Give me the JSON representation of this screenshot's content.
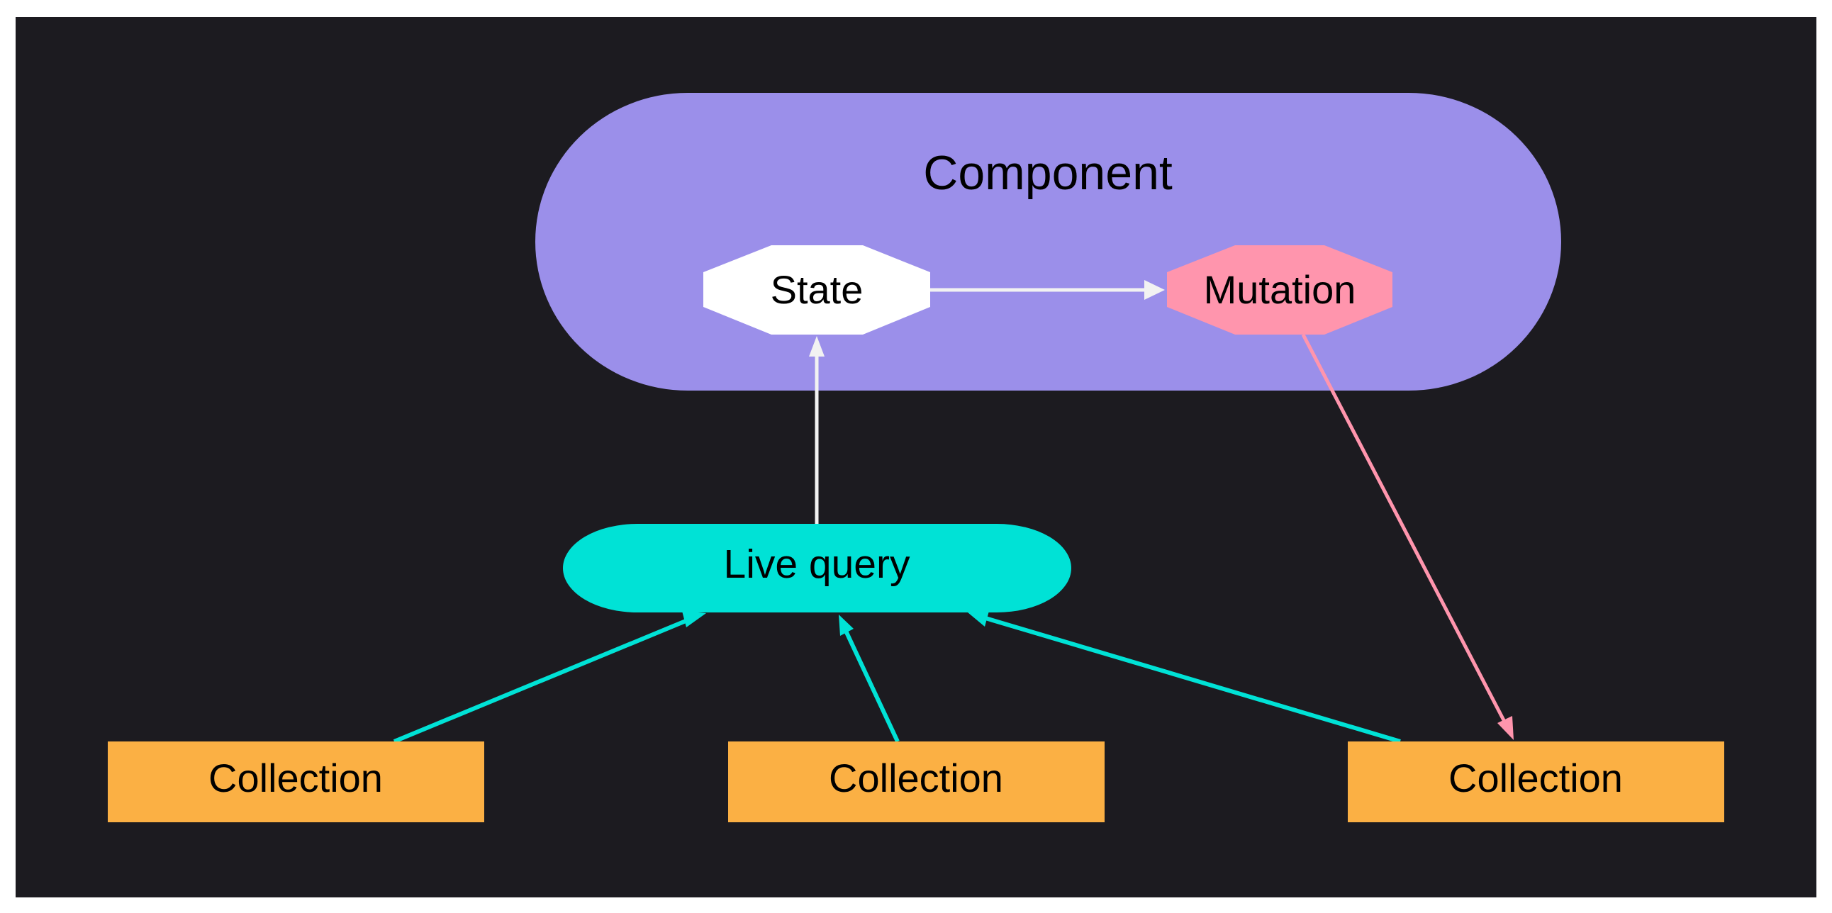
{
  "diagram": {
    "type": "flowchart",
    "colors": {
      "background": "#1c1b20",
      "component": "#9b8fea",
      "state": "#ffffff",
      "mutation": "#ff95ad",
      "live_query": "#00e2d6",
      "collection": "#fbb044",
      "edge_white": "#f2f2f2",
      "edge_pink": "#ff95ad",
      "edge_cyan": "#00e2d6",
      "text": "#000000"
    },
    "nodes": {
      "component": {
        "label": "Component",
        "shape": "stadium"
      },
      "state": {
        "label": "State",
        "shape": "octagon"
      },
      "mutation": {
        "label": "Mutation",
        "shape": "octagon"
      },
      "live_query": {
        "label": "Live query",
        "shape": "stadium"
      },
      "collections": [
        {
          "label": "Collection",
          "shape": "rectangle"
        },
        {
          "label": "Collection",
          "shape": "rectangle"
        },
        {
          "label": "Collection",
          "shape": "rectangle"
        }
      ]
    },
    "edges": [
      {
        "from": "State",
        "to": "Mutation"
      },
      {
        "from": "Live query",
        "to": "State"
      },
      {
        "from": "Mutation",
        "to": "Collection 3"
      },
      {
        "from": "Collection 1",
        "to": "Live query"
      },
      {
        "from": "Collection 2",
        "to": "Live query"
      },
      {
        "from": "Collection 3",
        "to": "Live query"
      }
    ]
  }
}
